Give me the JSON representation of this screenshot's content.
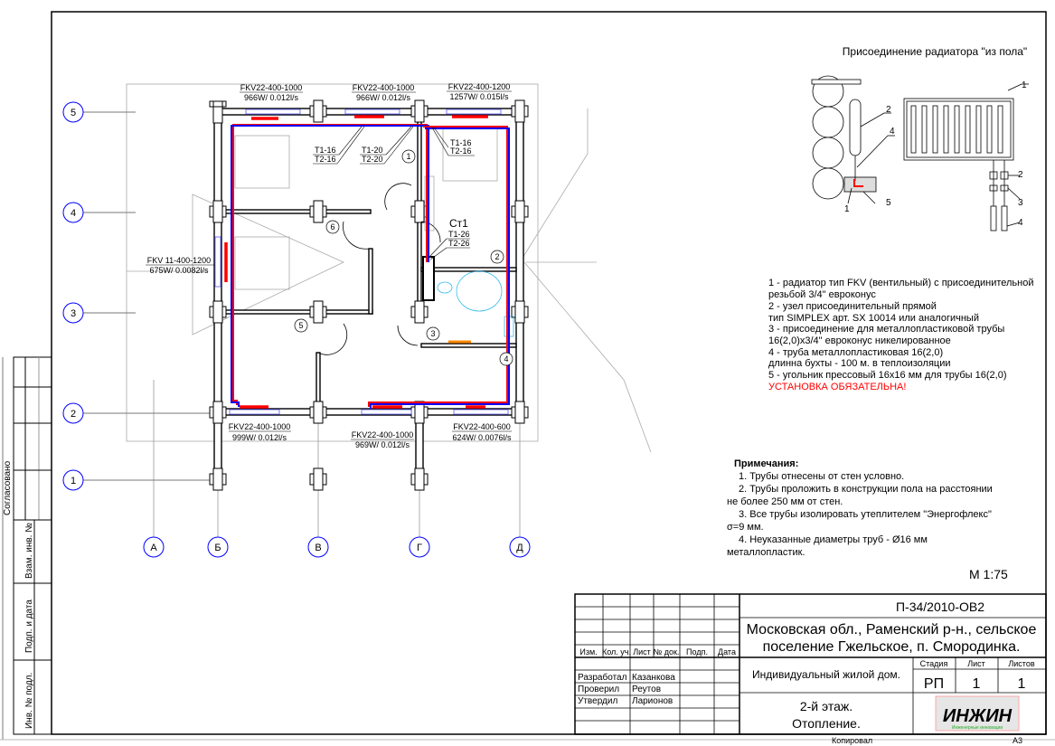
{
  "sheet_format": "A3",
  "copied_label": "Копировал",
  "scale": "М 1:75",
  "axes": {
    "rows": [
      "5",
      "4",
      "3",
      "2",
      "1"
    ],
    "columns": [
      "А",
      "Б",
      "В",
      "Г",
      "Д"
    ]
  },
  "radiators": [
    {
      "model": "FKV22-400-1000",
      "spec": "966W/ 0.012l/s"
    },
    {
      "model": "FKV22-400-1000",
      "spec": "966W/ 0.012l/s"
    },
    {
      "model": "FKV22-400-1200",
      "spec": "1257W/ 0.015l/s"
    },
    {
      "model": "FKV 11-400-1200",
      "spec": "675W/ 0.0082l/s"
    },
    {
      "model": "FKV22-400-1000",
      "spec": "999W/ 0.012l/s"
    },
    {
      "model": "FKV22-400-1000",
      "spec": "969W/ 0.012l/s"
    },
    {
      "model": "FKV22-400-600",
      "spec": "624W/ 0.0076l/s"
    }
  ],
  "pipe_tags": [
    {
      "t1": "Т1-16",
      "t2": "Т2-16"
    },
    {
      "t1": "Т1-20",
      "t2": "Т2-20"
    },
    {
      "t1": "Т1-16",
      "t2": "Т2-16"
    },
    {
      "t1": "Т1-26",
      "t2": "Т2-26"
    }
  ],
  "riser_label": "Ст1",
  "rooms": [
    "1",
    "2",
    "3",
    "4",
    "5",
    "6"
  ],
  "detail": {
    "title": "Присоединение радиатора \"из пола\"",
    "callouts": [
      "1",
      "2",
      "4",
      "5",
      "1",
      "2",
      "3",
      "4"
    ]
  },
  "legend": [
    "1 - радиатор тип FKV (вентильный) с присоединительной",
    "резьбой 3/4\" евроконус",
    "2 - узел присоединительный прямой",
    "тип SIMPLEX  арт. SX 10014 или аналогичный",
    "3 - присоединение для металлопластиковой трубы",
    "16(2,0)х3/4\" евроконус никелированное",
    "4 - труба металлопластиковая 16(2,0)",
    "длинна бухты - 100 м. в теплоизоляции",
    "5 - угольник прессовый 16х16 мм для трубы 16(2,0)"
  ],
  "legend_warning": "УСТАНОВКА ОБЯЗАТЕЛЬНА!",
  "notes": {
    "title": "Примечания:",
    "lines": [
      "1. Трубы отнесены от стен условно.",
      "2. Трубы проложить в конструкции  пола на расстоянии",
      "не более 250 мм от стен.",
      "3. Все трубы изолировать утеплителем \"Энергофлекс\"",
      "σ=9 мм.",
      "4. Неуказанные диаметры труб - Ø16 мм",
      "металлопластик."
    ]
  },
  "stamp_side": {
    "agreed": "Согласовано",
    "inv_replace": "Взам. инв. №",
    "sign_date": "Подп. и дата",
    "inv_orig": "Инв. № подл."
  },
  "title_block": {
    "doc_number": "П-34/2010-ОВ2",
    "address_line1": "Московская обл., Раменский р-н., сельское",
    "address_line2": "поселение Гжельское, п. Смородинка.",
    "object": "Индивидуальный жилой дом.",
    "sheet_title_line1": "2-й этаж.",
    "sheet_title_line2": "Отопление.",
    "stage_label": "Стадия",
    "sheet_label": "Лист",
    "sheets_label": "Листов",
    "stage": "РП",
    "sheet": "1",
    "sheets": "1",
    "headers": [
      "Изм.",
      "Кол. уч.",
      "Лист",
      "№ док.",
      "Подп.",
      "Дата"
    ],
    "roles": [
      {
        "role": "Разработал",
        "name": "Казанкова"
      },
      {
        "role": "Проверил",
        "name": "Реутов"
      },
      {
        "role": "Утвердил",
        "name": "Ларионов"
      }
    ],
    "logo_text": "ИНЖИН",
    "logo_sub": "Инженерные инновации"
  },
  "colors": {
    "supply": "#ff0000",
    "return": "#0000ff",
    "fixtures": "#33bbee",
    "accent": "#ff8800"
  }
}
